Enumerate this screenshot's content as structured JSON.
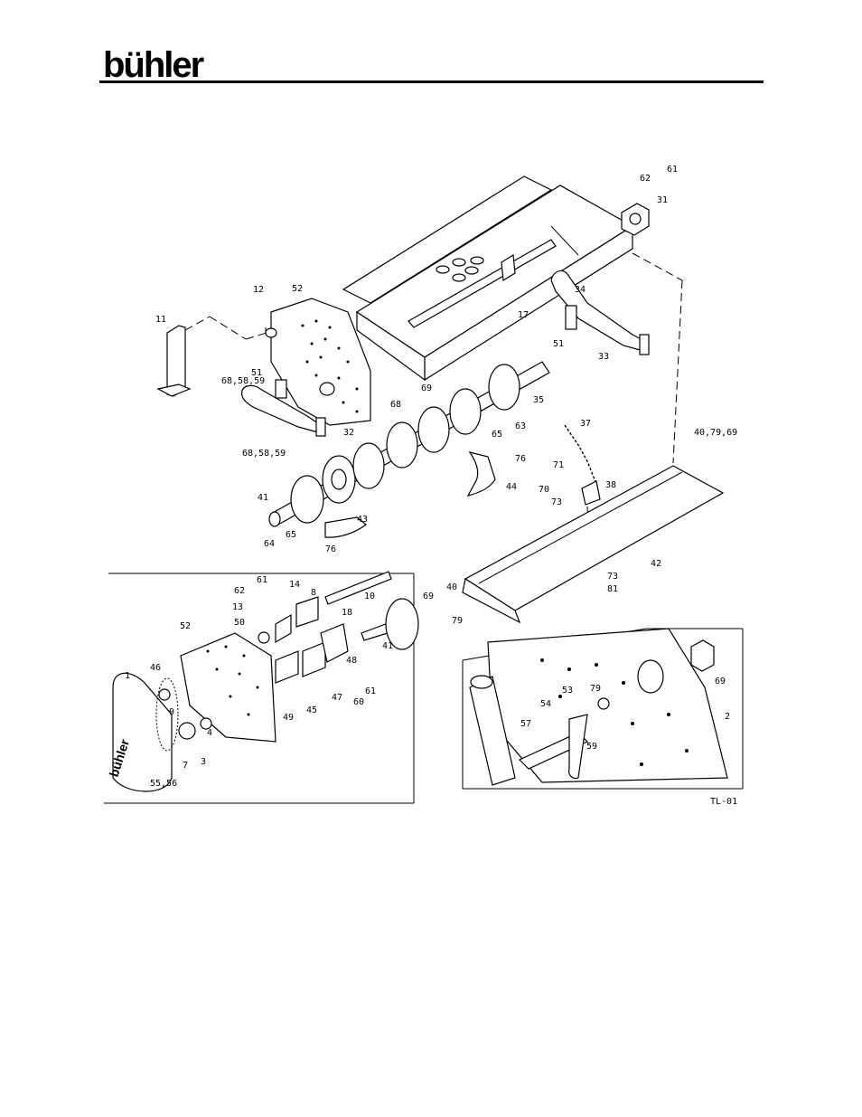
{
  "brand": {
    "name": "bühler"
  },
  "figure_code": "TL-01",
  "labels": {
    "l11": "11",
    "l12": "12",
    "l52a": "52",
    "l17": "17",
    "l62a": "62",
    "l61a": "61",
    "l31": "31",
    "l34": "34",
    "l51a": "51",
    "l33": "33",
    "l51b": "51",
    "l68a": "68,58,59",
    "l68": "68",
    "l69a": "69",
    "l35": "35",
    "l32": "32",
    "l68b": "68,58,59",
    "l37": "37",
    "l65a": "65",
    "l63": "63",
    "l76a": "76",
    "l4079": "40,79,69",
    "l71": "71",
    "l70": "70",
    "l73a": "73",
    "l38": "38",
    "l44": "44",
    "l41a": "41",
    "l43": "43",
    "l65b": "65",
    "l64": "64",
    "l76b": "76",
    "l42": "42",
    "l73b": "73",
    "l81": "81",
    "l40": "40",
    "l69b": "69",
    "l79a": "79",
    "l61b": "61",
    "l14": "14",
    "l8": "8",
    "l62b": "62",
    "l13": "13",
    "l10": "10",
    "l18": "18",
    "l52b": "52",
    "l50": "50",
    "l41b": "41",
    "l48": "48",
    "l1": "1",
    "l46": "46",
    "l9": "9",
    "l45": "45",
    "l49": "49",
    "l47": "47",
    "l60": "60",
    "l61c": "61",
    "l4": "4",
    "l7": "7",
    "l3": "3",
    "l5556": "55,56",
    "l69c": "69",
    "l53": "53",
    "l79b": "79",
    "l54": "54",
    "l57": "57",
    "l59": "59",
    "l2": "2"
  },
  "cover_text": "bühler"
}
